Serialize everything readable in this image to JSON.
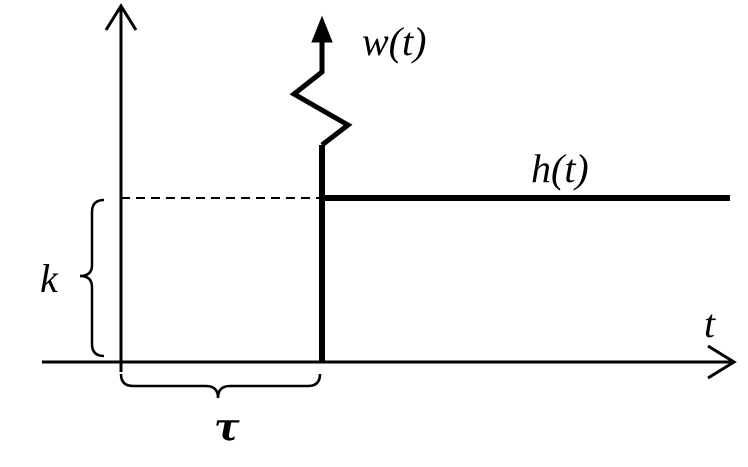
{
  "labels": {
    "impulse": "w(t)",
    "step": "h(t)",
    "time_axis": "t",
    "gain": "k",
    "delay": "τ"
  },
  "colors": {
    "ink": "#000000",
    "background": "#ffffff"
  }
}
